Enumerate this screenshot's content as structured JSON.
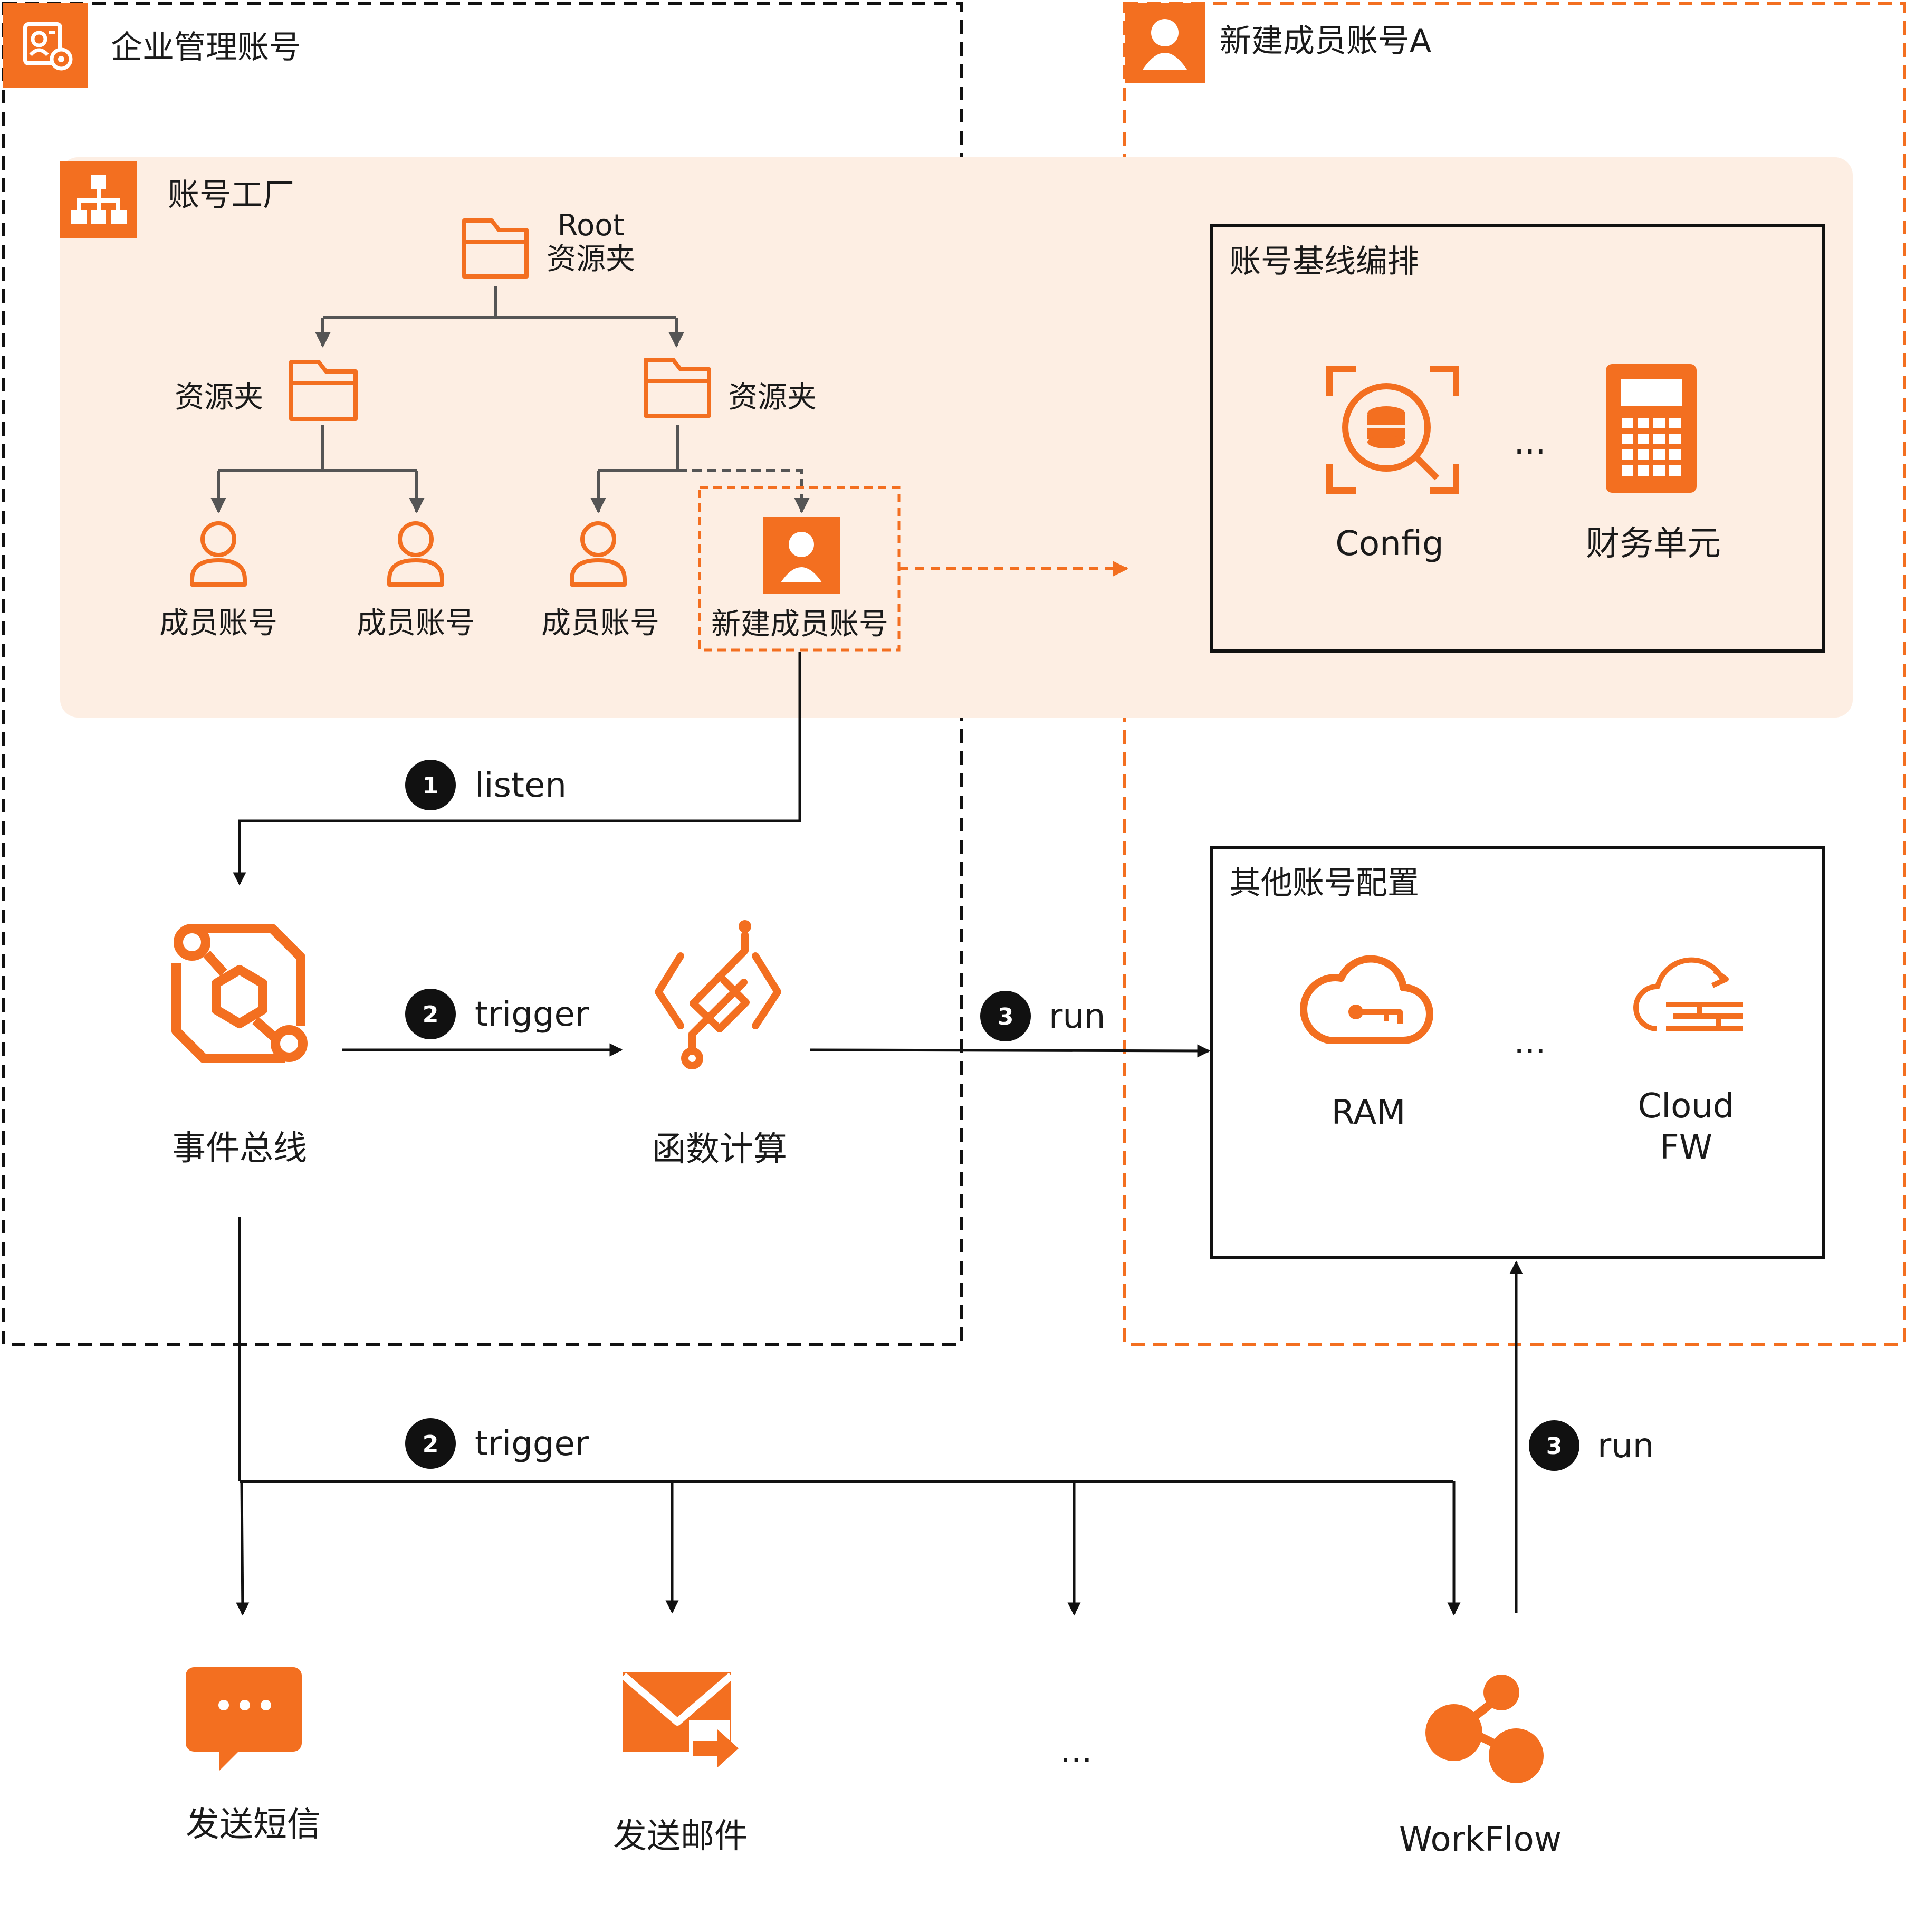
{
  "colors": {
    "accent": "#F36F20",
    "accent_light_bg": "#FDEEE3",
    "line_gray": "#555555",
    "line_dark": "#111111"
  },
  "enterprise_account": {
    "title": "企业管理账号",
    "icon": "enterprise-admin-icon"
  },
  "account_factory": {
    "title": "账号工厂",
    "icon": "org-tree-icon",
    "root_folder": {
      "line1": "Root",
      "line2": "资源夹",
      "icon": "folder-icon"
    },
    "folders": [
      {
        "label": "资源夹",
        "icon": "folder-icon"
      },
      {
        "label": "资源夹",
        "icon": "folder-icon"
      }
    ],
    "members": [
      {
        "label": "成员账号",
        "icon": "user-outline-icon"
      },
      {
        "label": "成员账号",
        "icon": "user-outline-icon"
      },
      {
        "label": "成员账号",
        "icon": "user-outline-icon"
      }
    ],
    "new_member": {
      "label": "新建成员账号",
      "icon": "user-filled-icon"
    }
  },
  "new_member_account": {
    "title": "新建成员账号A",
    "icon": "user-filled-icon",
    "baseline": {
      "title": "账号基线编排",
      "items": [
        {
          "label": "Config",
          "icon": "config-icon"
        },
        {
          "label": "财务单元",
          "icon": "calculator-icon"
        }
      ],
      "ellipsis": "..."
    },
    "other_config": {
      "title": "其他账号配置",
      "items": [
        {
          "label": "RAM",
          "icon": "ram-cloud-key-icon"
        },
        {
          "line1": "Cloud",
          "line2": "FW",
          "icon": "cloud-firewall-icon"
        }
      ],
      "ellipsis": "..."
    }
  },
  "services": {
    "event_bus": {
      "label": "事件总线",
      "icon": "event-bus-icon"
    },
    "function_compute": {
      "label": "函数计算",
      "icon": "function-compute-icon"
    }
  },
  "steps": {
    "listen": {
      "num": "1",
      "text": "listen"
    },
    "trigger_fc": {
      "num": "2",
      "text": "trigger"
    },
    "run_fc": {
      "num": "3",
      "text": "run"
    },
    "trigger_targets": {
      "num": "2",
      "text": "trigger"
    },
    "run_workflow": {
      "num": "3",
      "text": "run"
    }
  },
  "targets": [
    {
      "label": "发送短信",
      "icon": "sms-icon"
    },
    {
      "label": "发送邮件",
      "icon": "email-send-icon"
    },
    {
      "label": "...",
      "icon": ""
    },
    {
      "label": "WorkFlow",
      "icon": "workflow-icon"
    }
  ]
}
